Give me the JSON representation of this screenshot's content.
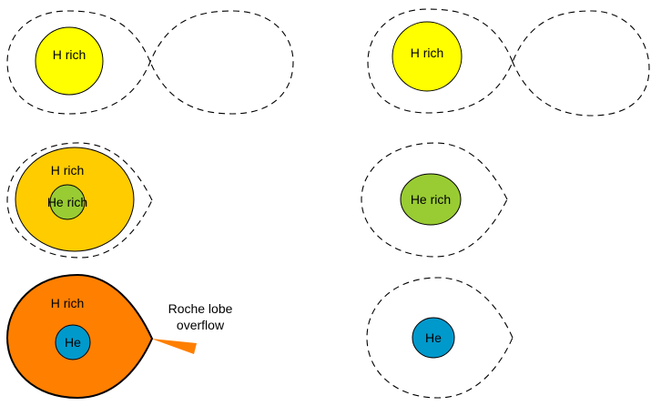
{
  "colors": {
    "h_rich_yellow": "#ffff00",
    "h_rich_gold": "#ffcc00",
    "h_rich_orange": "#ff7f00",
    "he_rich_green": "#99cc33",
    "he_blue": "#0099cc",
    "outline": "#000000",
    "background": "#ffffff"
  },
  "panels": {
    "top_left": {
      "envelope": "H rich"
    },
    "top_right": {
      "envelope": "H rich"
    },
    "mid_left": {
      "envelope": "H rich",
      "core": "He rich"
    },
    "mid_right": {
      "star": "He rich"
    },
    "bot_left": {
      "envelope": "H rich",
      "core": "He",
      "annotation_line1": "Roche lobe",
      "annotation_line2": "overflow"
    },
    "bot_right": {
      "star": "He"
    }
  }
}
